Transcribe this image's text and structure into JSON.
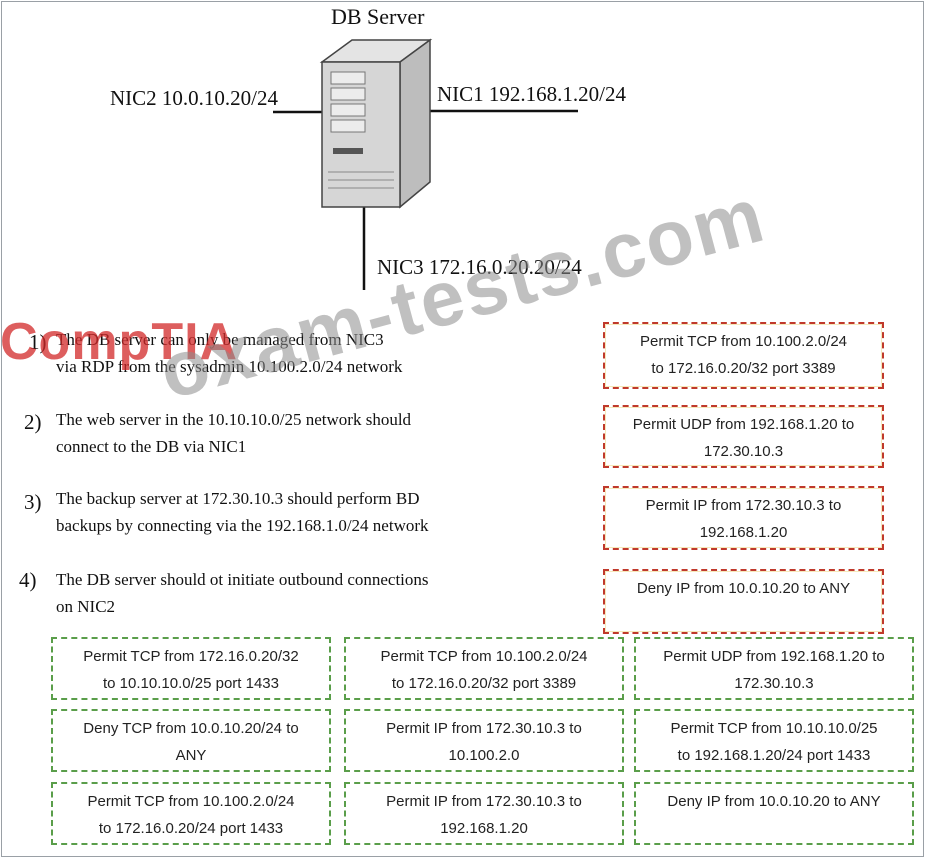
{
  "diagram": {
    "title": "DB Server",
    "nics": [
      {
        "label": "NIC2 10.0.10.20/24"
      },
      {
        "label": "NIC1 192.168.1.20/24"
      },
      {
        "label": "NIC3 172.16.0.20.20/24"
      }
    ]
  },
  "requirements": [
    {
      "num": "1)",
      "line1": "The DB server can only be managed from NIC3",
      "line2": "via RDP from the sysadmin 10.100.2.0/24 network"
    },
    {
      "num": "2)",
      "line1": "The web server in the 10.10.10.0/25 network should",
      "line2": "connect to the DB via NIC1"
    },
    {
      "num": "3)",
      "line1": "The backup server at 172.30.10.3 should perform BD",
      "line2": "backups by connecting via the 192.168.1.0/24 network"
    },
    {
      "num": "4)",
      "line1": "The DB server should ot initiate outbound connections",
      "line2": "on NIC2"
    }
  ],
  "targets": [
    {
      "line1": "Permit TCP from 10.100.2.0/24",
      "line2": "to 172.16.0.20/32 port 3389"
    },
    {
      "line1": "Permit UDP from 192.168.1.20 to",
      "line2": "172.30.10.3"
    },
    {
      "line1": "Permit IP from 172.30.10.3 to",
      "line2": "192.168.1.20"
    },
    {
      "line1": "Deny IP from 10.0.10.20 to ANY",
      "line2": ""
    }
  ],
  "options": [
    {
      "line1": "Permit TCP from 172.16.0.20/32",
      "line2": "to 10.10.10.0/25 port 1433"
    },
    {
      "line1": "Permit TCP from 10.100.2.0/24",
      "line2": "to 172.16.0.20/32 port 3389"
    },
    {
      "line1": "Permit UDP from 192.168.1.20 to",
      "line2": "172.30.10.3"
    },
    {
      "line1": "Deny TCP from 10.0.10.20/24 to",
      "line2": "ANY"
    },
    {
      "line1": "Permit IP from 172.30.10.3 to",
      "line2": "10.100.2.0"
    },
    {
      "line1": "Permit TCP from 10.10.10.0/25",
      "line2": "to 192.168.1.20/24   port 1433"
    },
    {
      "line1": "Permit TCP from 10.100.2.0/24",
      "line2": "to 172.16.0.20/24 port 1433"
    },
    {
      "line1": "Permit IP from 172.30.10.3 to",
      "line2": "192.168.1.20"
    },
    {
      "line1": "Deny IP from 10.0.10.20 to ANY",
      "line2": ""
    }
  ],
  "watermarks": {
    "brand": "CompTIA",
    "site": "oxam-tests.com"
  }
}
